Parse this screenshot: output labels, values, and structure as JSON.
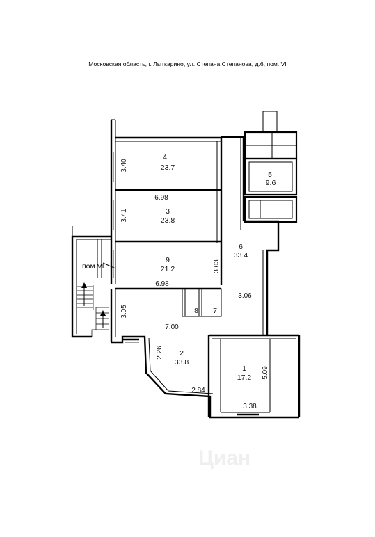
{
  "caption": "Московская область, г. Лыткарино, ул. Степана Степанова, д.6, пом. VI",
  "premises_label": "пом.VI",
  "watermark": "Циан",
  "rooms": [
    {
      "num": "4",
      "area": "23.7"
    },
    {
      "num": "3",
      "area": "23.8"
    },
    {
      "num": "9",
      "area": "21.2"
    },
    {
      "num": "2",
      "area": "33.8"
    },
    {
      "num": "1",
      "area": "17.2"
    },
    {
      "num": "6",
      "area": "33.4"
    },
    {
      "num": "5",
      "area": "9.6"
    },
    {
      "num": "8",
      "area": ""
    },
    {
      "num": "7",
      "area": ""
    }
  ],
  "dimensions": {
    "room4_height": "3.40",
    "room4_width": "6.98",
    "room3_height": "3.41",
    "room9_height": "3.03",
    "room9_width": "6.98",
    "room2_height": "3.05",
    "room2_width": "7.00",
    "room2_inner": "2.26",
    "room2_bottom": "2.84",
    "room6_inner": "3.06",
    "room1_height": "5.09",
    "room1_width": "3.38"
  }
}
